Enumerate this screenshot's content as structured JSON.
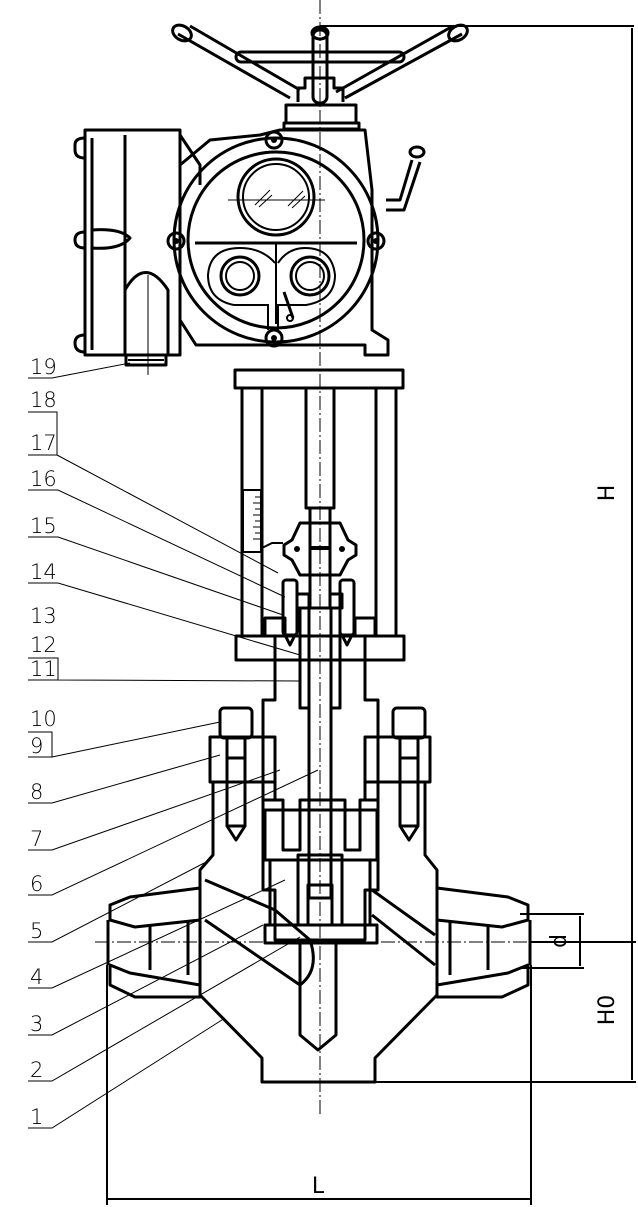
{
  "drawing": {
    "title": "Electric actuated globe valve — sectional assembly",
    "part_callouts": [
      {
        "number": "1"
      },
      {
        "number": "2"
      },
      {
        "number": "3"
      },
      {
        "number": "4"
      },
      {
        "number": "5"
      },
      {
        "number": "6"
      },
      {
        "number": "7"
      },
      {
        "number": "8"
      },
      {
        "number": "9"
      },
      {
        "number": "10"
      },
      {
        "number": "11"
      },
      {
        "number": "12"
      },
      {
        "number": "13"
      },
      {
        "number": "14"
      },
      {
        "number": "15"
      },
      {
        "number": "16"
      },
      {
        "number": "17"
      },
      {
        "number": "18"
      },
      {
        "number": "19"
      }
    ],
    "dimensions": {
      "overall_height": "H",
      "center_height": "H0",
      "port_diameter": "d",
      "face_to_face_length": "L"
    },
    "colors": {
      "line": "#000000",
      "background": "#ffffff"
    }
  }
}
